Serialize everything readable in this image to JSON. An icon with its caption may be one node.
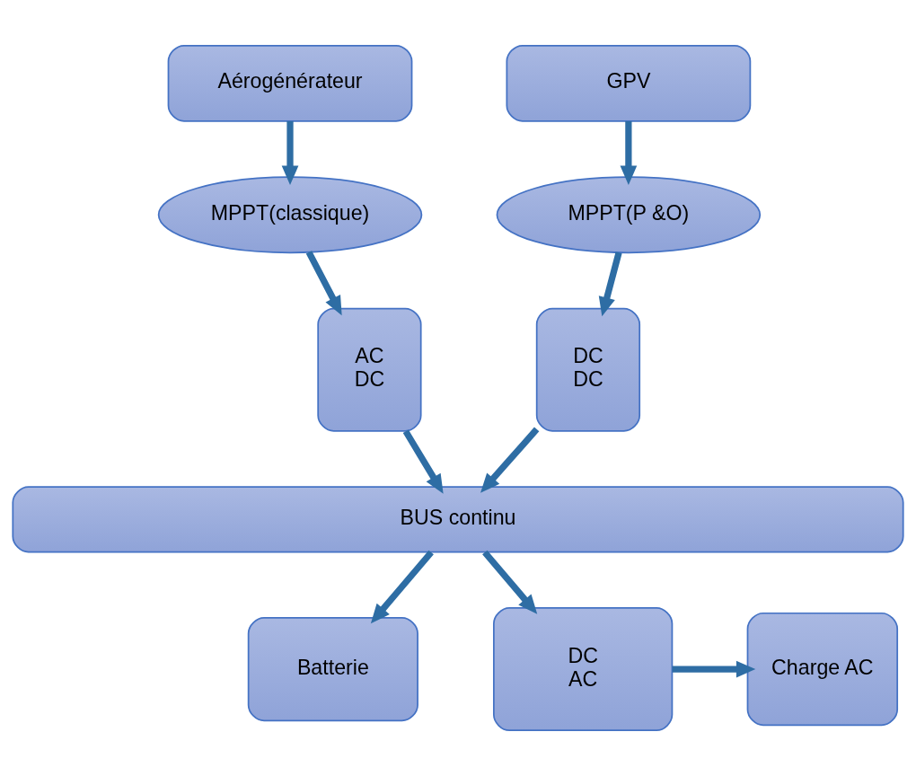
{
  "diagram": {
    "nodes": [
      {
        "text": [
          "Aérogénérateur"
        ]
      },
      {
        "text": [
          "GPV"
        ]
      },
      {
        "text": [
          "MPPT(classique)"
        ]
      },
      {
        "text": [
          "MPPT(P &O)"
        ]
      },
      {
        "text": [
          "AC",
          "DC"
        ]
      },
      {
        "text": [
          "DC",
          "DC"
        ]
      },
      {
        "text": [
          "BUS continu"
        ]
      },
      {
        "text": [
          "Batterie"
        ]
      },
      {
        "text": [
          "DC",
          "AC"
        ]
      },
      {
        "text": [
          "Charge AC"
        ]
      }
    ],
    "edges": [
      {
        "from": 0,
        "to": 2,
        "arrow": "to"
      },
      {
        "from": 2,
        "to": 4,
        "arrow": "to"
      },
      {
        "from": 4,
        "to": 6,
        "arrow": "to"
      },
      {
        "from": 1,
        "to": 3,
        "arrow": "to"
      },
      {
        "from": 3,
        "to": 5,
        "arrow": "to"
      },
      {
        "from": 5,
        "to": 6,
        "arrow": "to"
      },
      {
        "from": 6,
        "to": 7,
        "arrow": "to"
      },
      {
        "from": 6,
        "to": 8,
        "arrow": "to"
      },
      {
        "from": 8,
        "to": 9,
        "arrow": "to"
      }
    ]
  }
}
